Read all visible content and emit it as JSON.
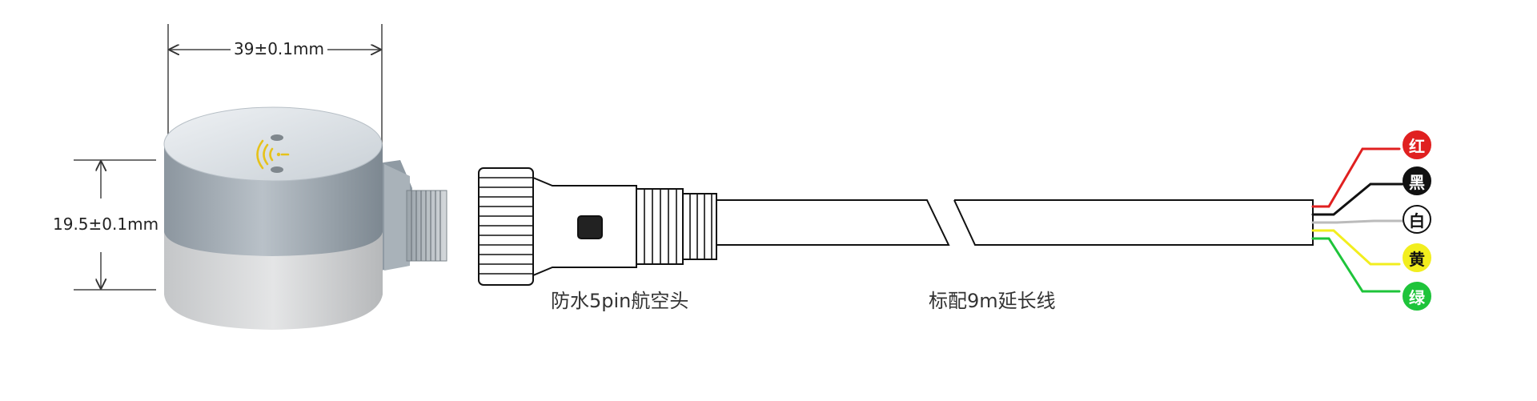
{
  "dimensions": {
    "width_label": "39±0.1mm",
    "height_label": "19.5±0.1mm"
  },
  "labels": {
    "connector": "防水5pin航空头",
    "cable": "标配9m延长线"
  },
  "wires": [
    {
      "label": "红",
      "color": "#e02020",
      "text_color": "#ffffff"
    },
    {
      "label": "黑",
      "color": "#111111",
      "text_color": "#ffffff"
    },
    {
      "label": "白",
      "color": "#ffffff",
      "text_color": "#111111"
    },
    {
      "label": "黄",
      "color": "#f2ee1e",
      "text_color": "#111111"
    },
    {
      "label": "绿",
      "color": "#1ec43a",
      "text_color": "#ffffff"
    }
  ],
  "icons": [
    "wireless-signal-icon"
  ]
}
